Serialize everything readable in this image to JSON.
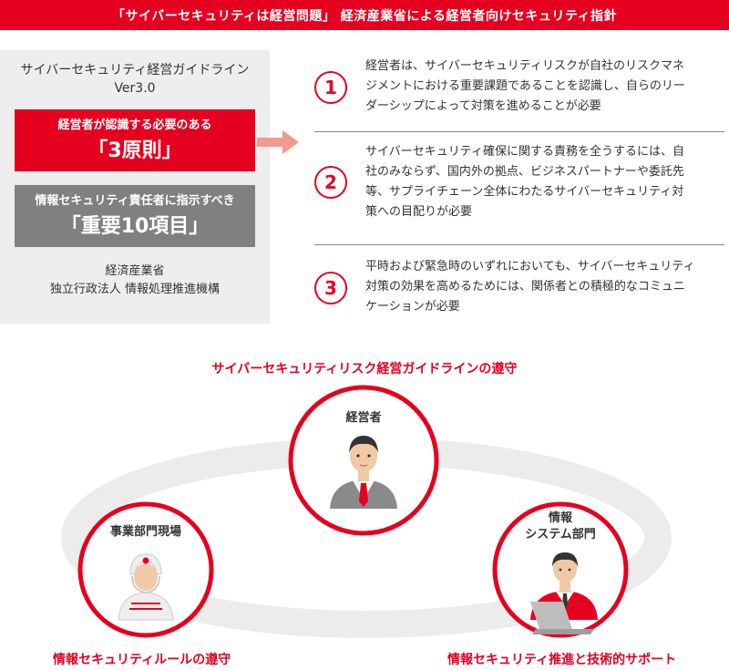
{
  "header": {
    "title": "「サイバーセキュリティは経営問題」 経済産業省による経営者向けセキュリティ指針"
  },
  "guideline": {
    "title_line1": "サイバーセキュリティ経営ガイドライン",
    "title_line2": "Ver3.0",
    "principles_box": {
      "sub": "経営者が認識する必要のある",
      "big": "「3原則」"
    },
    "items_box": {
      "sub": "情報セキュリティ責任者に指示すべき",
      "big": "「重要10項目」"
    },
    "org_line1": "経済産業省",
    "org_line2": "独立行政法人 情報処理推進機構"
  },
  "principles": [
    {
      "num": "1",
      "lines": [
        "経営者は、サイバーセキュリティリスクが自社のリスクマネ",
        "ジメントにおける重要課題であることを認識し、自らのリー",
        "ダーシップによって対策を進めることが必要"
      ]
    },
    {
      "num": "2",
      "lines": [
        "サイバーセキュリティ確保に関する責務を全うするには、自",
        "社のみならず、国内外の拠点、ビジネスパートナーや委託先",
        "等、サプライチェーン全体にわたるサイバーセキュリティ対",
        "策への目配りが必要"
      ]
    },
    {
      "num": "3",
      "lines": [
        "平時および緊急時のいずれにおいても、サイバーセキュリティ",
        "対策の効果を高めるためには、関係者との積極的なコミュニ",
        "ケーションが必要"
      ]
    }
  ],
  "diagram": {
    "top_caption": "サイバーセキュリティリスク経営ガイドラインの遵守",
    "left_caption": "情報セキュリティルールの遵守",
    "right_caption": "情報セキュリティ推進と技術的サポート",
    "executive_label": "経営者",
    "field_label": "事業部門現場",
    "it_label_line1": "情報",
    "it_label_line2": "システム部門"
  },
  "colors": {
    "accent": "#e60020",
    "panel": "#eeeeee",
    "gray_box": "#808080",
    "ring": "#ececec"
  }
}
